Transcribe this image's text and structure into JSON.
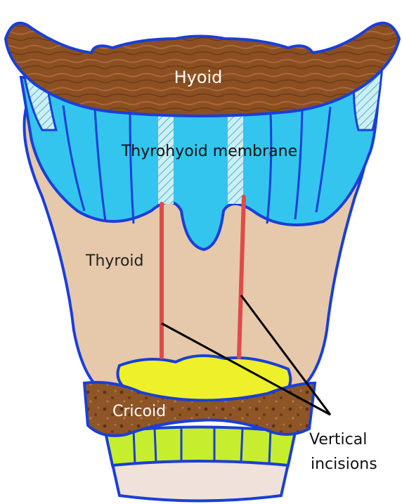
{
  "labels": {
    "hyoid": "Hyoid",
    "thyrohyoid_membrane": "Thyrohyoid membrane",
    "thyroid": "Thyroid",
    "cricoid": "Cricoid",
    "incisions_line1": "Vertical",
    "incisions_line2": "incisions"
  },
  "colors": {
    "outline": "#1a3fd6",
    "hyoid_bone": "#8b4f22",
    "membrane": "#33c5ee",
    "membrane_ligament": "#cfeef2",
    "thyroid_cartilage": "#e6c9aa",
    "cricoid_cartilage": "#8e5526",
    "cricothyroid_space": "#eef02a",
    "tracheal_rings": "#c6ee2e",
    "trachea_base": "#f0e2da",
    "incision": "#e04a4a",
    "pointer_line": "#000000"
  }
}
